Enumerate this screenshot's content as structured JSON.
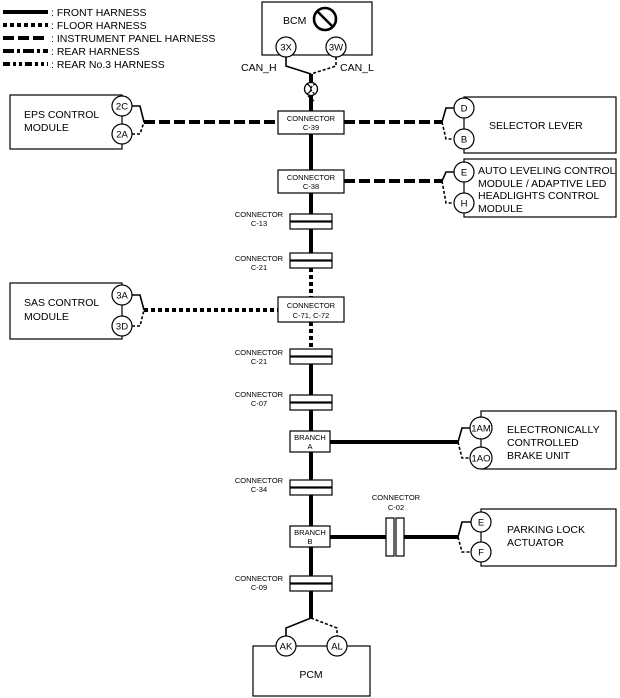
{
  "legend": {
    "front": ": FRONT HARNESS",
    "floor": ": FLOOR HARNESS",
    "instrument_panel": ": INSTRUMENT PANEL HARNESS",
    "rear": ": REAR HARNESS",
    "rear_no3": ": REAR No.3 HARNESS"
  },
  "bcm": {
    "label": "BCM",
    "icon": "prohibited-icon",
    "pin_h": "3X",
    "pin_l": "3W",
    "can_h": "CAN_H",
    "can_l": "CAN_L"
  },
  "eps": {
    "line1": "EPS CONTROL",
    "line2": "MODULE",
    "pin1": "2C",
    "pin2": "2A"
  },
  "selector": {
    "label": "SELECTOR LEVER",
    "pin1": "D",
    "pin2": "B"
  },
  "auto_leveling": {
    "line1": "AUTO LEVELING CONTROL",
    "line2": "MODULE / ADAPTIVE LED",
    "line3": "HEADLIGHTS CONTROL",
    "line4": "MODULE",
    "pin1": "E",
    "pin2": "H"
  },
  "sas": {
    "line1": "SAS CONTROL",
    "line2": "MODULE",
    "pin1": "3A",
    "pin2": "3D"
  },
  "brake": {
    "line1": "ELECTRONICALLY",
    "line2": "CONTROLLED",
    "line3": "BRAKE UNIT",
    "pin1": "1AM",
    "pin2": "1AO"
  },
  "parking": {
    "line1": "PARKING LOCK",
    "line2": "ACTUATOR",
    "pin1": "E",
    "pin2": "F"
  },
  "pcm": {
    "label": "PCM",
    "pin1": "AK",
    "pin2": "AL"
  },
  "connectors": {
    "c39": {
      "line1": "CONNECTOR",
      "line2": "C-39"
    },
    "c38": {
      "line1": "CONNECTOR",
      "line2": "C-38"
    },
    "c13": {
      "line1": "CONNECTOR",
      "line2": "C-13"
    },
    "c21a": {
      "line1": "CONNECTOR",
      "line2": "C-21"
    },
    "c71": {
      "line1": "CONNECTOR",
      "line2": "C-71, C-72"
    },
    "c21b": {
      "line1": "CONNECTOR",
      "line2": "C-21"
    },
    "c07": {
      "line1": "CONNECTOR",
      "line2": "C-07"
    },
    "branch_a": {
      "line1": "BRANCH",
      "line2": "A"
    },
    "c34": {
      "line1": "CONNECTOR",
      "line2": "C-34"
    },
    "branch_b": {
      "line1": "BRANCH",
      "line2": "B"
    },
    "c02": {
      "line1": "CONNECTOR",
      "line2": "C-02"
    },
    "c09": {
      "line1": "CONNECTOR",
      "line2": "C-09"
    }
  }
}
